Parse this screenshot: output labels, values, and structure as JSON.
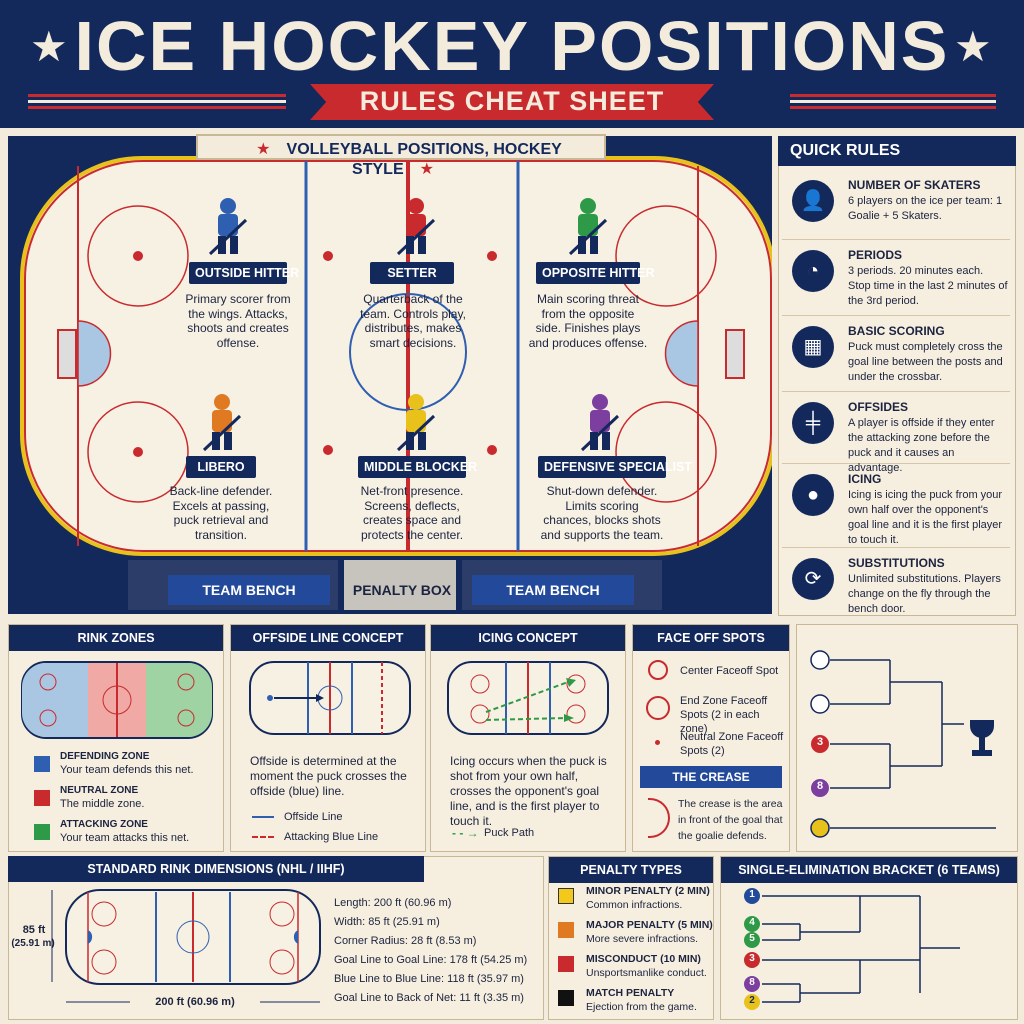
{
  "header": {
    "title": "ICE HOCKEY POSITIONS",
    "subtitle": "RULES CHEAT SHEET"
  },
  "rink": {
    "banner": "VOLLEYBALL POSITIONS, HOCKEY STYLE",
    "positions": [
      {
        "label": "OUTSIDE HITTER",
        "desc": "Primary scorer from the wings. Attacks, shoots and creates offense.",
        "color": "#2f5fb0"
      },
      {
        "label": "SETTER",
        "desc": "Quarterback of the team. Controls play, distributes, makes smart decisions.",
        "color": "#c92a2e"
      },
      {
        "label": "OPPOSITE HITTER",
        "desc": "Main scoring threat from the opposite side. Finishes plays and produces offense.",
        "color": "#2e9a47"
      },
      {
        "label": "LIBERO",
        "desc": "Back-line defender. Excels at passing, puck retrieval and transition.",
        "color": "#e07a22"
      },
      {
        "label": "MIDDLE BLOCKER",
        "desc": "Net-front presence. Screens, deflects, creates space and protects the center.",
        "color": "#e8c21b"
      },
      {
        "label": "DEFENSIVE SPECIALIST",
        "desc": "Shut-down defender. Limits scoring chances, blocks shots and supports the team.",
        "color": "#7c3fa0"
      }
    ],
    "bench_left": "TEAM BENCH",
    "penalty_box": "PENALTY BOX",
    "bench_right": "TEAM BENCH"
  },
  "quick_rules": {
    "title": "QUICK RULES",
    "items": [
      {
        "title": "NUMBER OF SKATERS",
        "text": "6 players on the ice per team: 1 Goalie + 5 Skaters.",
        "icon": "player-icon"
      },
      {
        "title": "PERIODS",
        "text": "3 periods. 20 minutes each. Stop time in the last 2 minutes of the 3rd period.",
        "icon": "clock-icon"
      },
      {
        "title": "BASIC SCORING",
        "text": "Puck must completely cross the goal line between the posts and under the crossbar.",
        "icon": "goal-net-icon"
      },
      {
        "title": "OFFSIDES",
        "text": "A player is offside if they enter the attacking zone before the puck and it causes an advantage.",
        "icon": "offside-line-icon"
      },
      {
        "title": "ICING",
        "text": "Icing is icing the puck from your own half over the opponent's goal line and it is the first player to touch it.",
        "icon": "puck-icon"
      },
      {
        "title": "SUBSTITUTIONS",
        "text": "Unlimited substitutions. Players change on the fly through the bench door.",
        "icon": "swap-icon"
      }
    ]
  },
  "rink_zones": {
    "title": "RINK ZONES",
    "items": [
      {
        "name": "DEFENDING ZONE",
        "text": "Your team defends this net.",
        "color": "#2f5fb0"
      },
      {
        "name": "NEUTRAL ZONE",
        "text": "The middle zone.",
        "color": "#c92a2e"
      },
      {
        "name": "ATTACKING ZONE",
        "text": "Your team attacks this net.",
        "color": "#2e9a47"
      }
    ]
  },
  "offside": {
    "title": "OFFSIDE LINE CONCEPT",
    "text": "Offside is determined at the moment the puck crosses the offside (blue) line.",
    "legend1": "Offside Line",
    "legend2": "Attacking Blue Line"
  },
  "icing": {
    "title": "ICING CONCEPT",
    "text": "Icing occurs when the puck is shot from your own half, crosses the opponent's goal line, and is the first player to touch it.",
    "legend": "Puck Path"
  },
  "faceoff": {
    "title": "FACE OFF SPOTS",
    "items": [
      "Center Faceoff Spot",
      "End Zone Faceoff Spots (2 in each zone)",
      "Neutral Zone Faceoff Spots (2)"
    ],
    "crease_title": "THE CREASE",
    "crease_text": "The crease is the area in front of the goal that the goalie defends."
  },
  "dimensions": {
    "title": "STANDARD RINK DIMENSIONS (NHL / IIHF)",
    "height_label": "85 ft",
    "height_label2": "(25.91 m)",
    "width_label": "200 ft (60.96 m)",
    "items": [
      "Length: 200 ft (60.96 m)",
      "Width: 85 ft (25.91 m)",
      "Corner Radius: 28 ft (8.53 m)",
      "Goal Line to Goal Line: 178 ft (54.25 m)",
      "Blue Line to Blue Line: 118 ft (35.97 m)",
      "Goal Line to Back of Net: 11 ft (3.35 m)"
    ]
  },
  "penalties": {
    "title": "PENALTY TYPES",
    "items": [
      {
        "name": "MINOR PENALTY (2 MIN)",
        "text": "Common infractions.",
        "color": "#f2c81b"
      },
      {
        "name": "MAJOR PENALTY (5 MIN)",
        "text": "More severe infractions.",
        "color": "#e07a22"
      },
      {
        "name": "MISCONDUCT (10 MIN)",
        "text": "Unsportsmanlike conduct.",
        "color": "#c92a2e"
      },
      {
        "name": "MATCH PENALTY",
        "text": "Ejection from the game.",
        "color": "#111111"
      }
    ]
  },
  "bracket": {
    "title": "SINGLE-ELIMINATION BRACKET (6 TEAMS)",
    "seeds": [
      "1",
      "4",
      "5",
      "3",
      "8",
      "2"
    ],
    "top_seeds": [
      "3",
      "8"
    ]
  }
}
